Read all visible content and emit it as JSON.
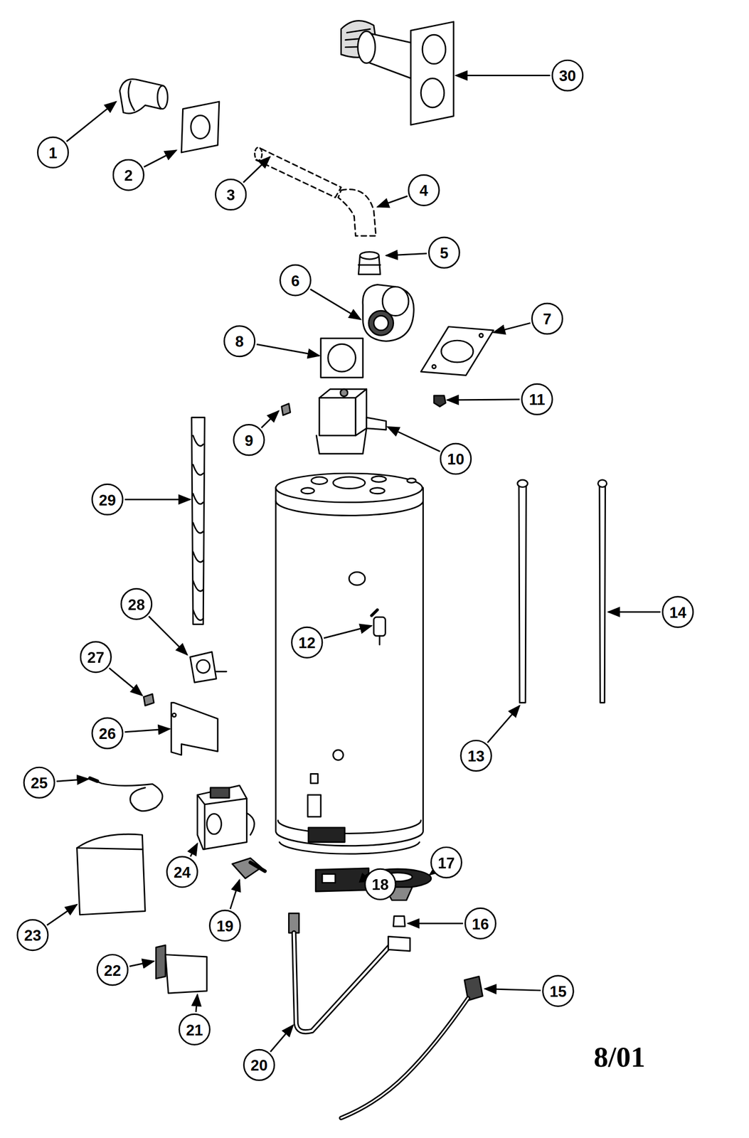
{
  "diagram": {
    "nodes": [
      {
        "text": [
          "1"
        ]
      },
      {
        "text": [
          "2"
        ]
      },
      {
        "text": [
          "3"
        ]
      },
      {
        "text": [
          "4"
        ]
      },
      {
        "text": [
          "5"
        ]
      },
      {
        "text": [
          "6"
        ]
      },
      {
        "text": [
          "7"
        ]
      },
      {
        "text": [
          "8"
        ]
      },
      {
        "text": [
          "9"
        ]
      },
      {
        "text": [
          "10"
        ]
      },
      {
        "text": [
          "11"
        ]
      },
      {
        "text": [
          "12"
        ]
      },
      {
        "text": [
          "13"
        ]
      },
      {
        "text": [
          "14"
        ]
      },
      {
        "text": [
          "15"
        ]
      },
      {
        "text": [
          "16"
        ]
      },
      {
        "text": [
          "17"
        ]
      },
      {
        "text": [
          "18"
        ]
      },
      {
        "text": [
          "19"
        ]
      },
      {
        "text": [
          "20"
        ]
      },
      {
        "text": [
          "21"
        ]
      },
      {
        "text": [
          "22"
        ]
      },
      {
        "text": [
          "23"
        ]
      },
      {
        "text": [
          "24"
        ]
      },
      {
        "text": [
          "25"
        ]
      },
      {
        "text": [
          "26"
        ]
      },
      {
        "text": [
          "27"
        ]
      },
      {
        "text": [
          "28"
        ]
      },
      {
        "text": [
          "29"
        ]
      },
      {
        "text": [
          "30"
        ]
      }
    ],
    "labels": [
      "8/01"
    ]
  }
}
